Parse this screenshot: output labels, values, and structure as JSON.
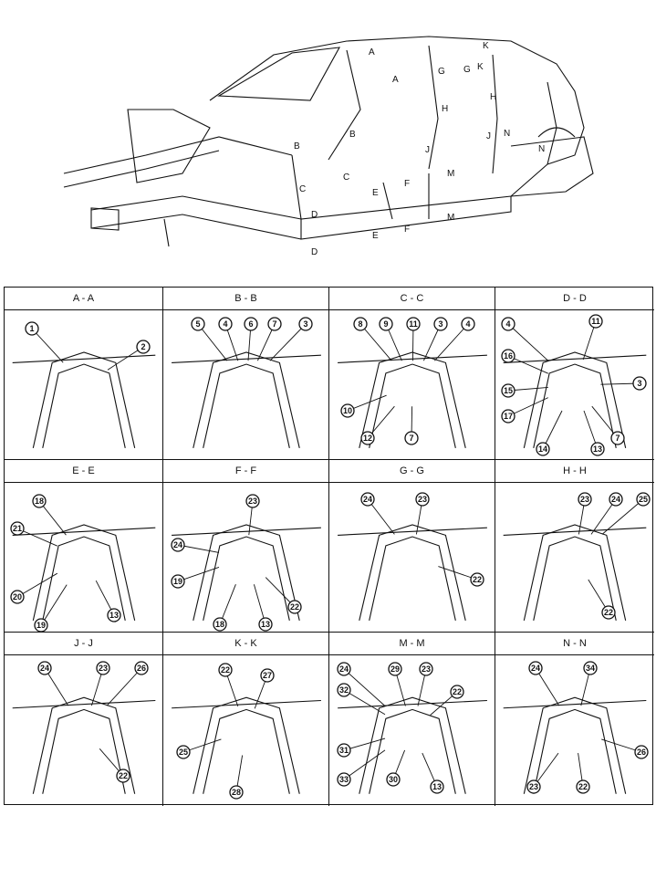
{
  "overview": {
    "section_markers": [
      "A",
      "A",
      "B",
      "B",
      "C",
      "C",
      "D",
      "D",
      "E",
      "E",
      "F",
      "F",
      "G",
      "G",
      "H",
      "H",
      "J",
      "J",
      "K",
      "K",
      "M",
      "M",
      "N",
      "N"
    ]
  },
  "sections": [
    {
      "title": "A - A",
      "callouts": [
        "1",
        "2"
      ]
    },
    {
      "title": "B - B",
      "callouts": [
        "5",
        "4",
        "6",
        "7",
        "3"
      ]
    },
    {
      "title": "C - C",
      "callouts": [
        "8",
        "9",
        "11",
        "3",
        "4",
        "10",
        "12",
        "7"
      ]
    },
    {
      "title": "D - D",
      "callouts": [
        "4",
        "11",
        "16",
        "15",
        "17",
        "14",
        "13",
        "3",
        "7"
      ]
    },
    {
      "title": "E - E",
      "callouts": [
        "18",
        "21",
        "20",
        "19",
        "13"
      ]
    },
    {
      "title": "F - F",
      "callouts": [
        "23",
        "24",
        "19",
        "18",
        "13",
        "22"
      ]
    },
    {
      "title": "G - G",
      "callouts": [
        "24",
        "23",
        "22"
      ]
    },
    {
      "title": "H - H",
      "callouts": [
        "23",
        "24",
        "25",
        "22"
      ]
    },
    {
      "title": "J - J",
      "callouts": [
        "24",
        "23",
        "26",
        "22"
      ]
    },
    {
      "title": "K - K",
      "callouts": [
        "22",
        "27",
        "25",
        "28"
      ]
    },
    {
      "title": "M - M",
      "callouts": [
        "24",
        "29",
        "23",
        "32",
        "22",
        "31",
        "33",
        "30",
        "13"
      ]
    },
    {
      "title": "N - N",
      "callouts": [
        "24",
        "34",
        "26",
        "23",
        "22"
      ]
    }
  ],
  "colors": {
    "line": "#111111",
    "background": "#ffffff"
  }
}
